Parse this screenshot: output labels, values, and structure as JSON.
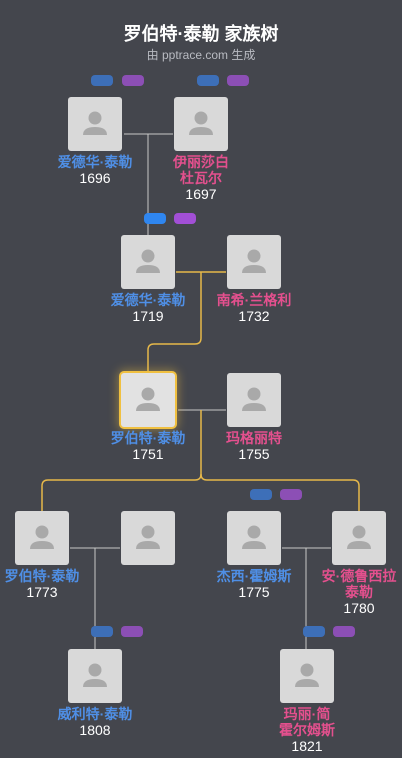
{
  "header": {
    "title": "罗伯特·泰勒 家族树",
    "subtitle": "由 pptrace.com 生成"
  },
  "colors": {
    "background": "#44464d",
    "male": "#4f8fe6",
    "female": "#e4508e",
    "highlight_line": "#e6b84a",
    "line": "#c8c8c8"
  },
  "people": [
    {
      "id": "p1",
      "name": "爱德华·泰勒",
      "year": "1696",
      "gender": "m"
    },
    {
      "id": "p2",
      "name": "伊丽莎白\n杜瓦尔",
      "year": "1697",
      "gender": "f"
    },
    {
      "id": "p3",
      "name": "爱德华·泰勒",
      "year": "1719",
      "gender": "m"
    },
    {
      "id": "p4",
      "name": "南希·兰格利",
      "year": "1732",
      "gender": "f"
    },
    {
      "id": "p5",
      "name": "罗伯特·泰勒",
      "year": "1751",
      "gender": "m",
      "selected": true
    },
    {
      "id": "p6",
      "name": "玛格丽特",
      "year": "1755",
      "gender": "f"
    },
    {
      "id": "p7",
      "name": "罗伯特·泰勒",
      "year": "1773",
      "gender": "m"
    },
    {
      "id": "p8",
      "name": "",
      "year": "",
      "gender": "f"
    },
    {
      "id": "p9",
      "name": "杰西·霍姆斯",
      "year": "1775",
      "gender": "m"
    },
    {
      "id": "p10",
      "name": "安·德鲁西拉\n泰勒",
      "year": "1780",
      "gender": "f"
    },
    {
      "id": "p11",
      "name": "威利特·泰勒",
      "year": "1808",
      "gender": "m"
    },
    {
      "id": "p12",
      "name": "玛丽·简\n霍尔姆斯",
      "year": "1821",
      "gender": "f"
    }
  ]
}
